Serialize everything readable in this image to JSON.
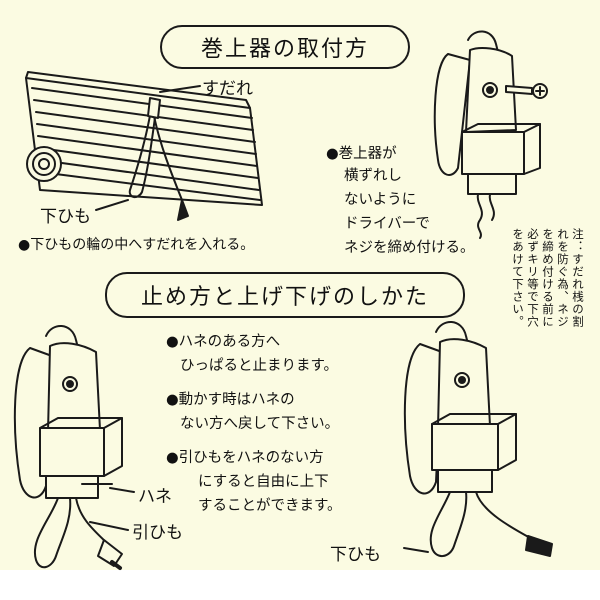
{
  "titles": {
    "install": "巻上器の取付方",
    "operation": "止め方と上げ下げのしかた"
  },
  "labels": {
    "sudare": "すだれ",
    "shitahimo_top": "下ひも",
    "hane": "ハネ",
    "hikihimo": "引ひも",
    "shitahimo_bottom": "下ひも"
  },
  "captions": {
    "loop_instruction": "●下ひもの輪の中へすだれを入れる。",
    "screw_line1": "●巻上器が",
    "screw_line2": "横ずれし",
    "screw_line3": "ないように",
    "screw_line4": "ドライバーで",
    "screw_line5": "ネジを締め付ける。"
  },
  "note": {
    "text": "注：すだれ桟の割れを防ぐ為、ネジを締め付ける前に必ずキリ等で下穴をあけて下さい。"
  },
  "steps": {
    "step1_line1": "●ハネのある方へ",
    "step1_line2": "ひっぱると止まります。",
    "step2_line1": "●動かす時はハネの",
    "step2_line2": "ない方へ戻して下さい。",
    "step3_line1": "●引ひもをハネのない方",
    "step3_line2": "にすると自由に上下",
    "step3_line3": "することができます。"
  }
}
